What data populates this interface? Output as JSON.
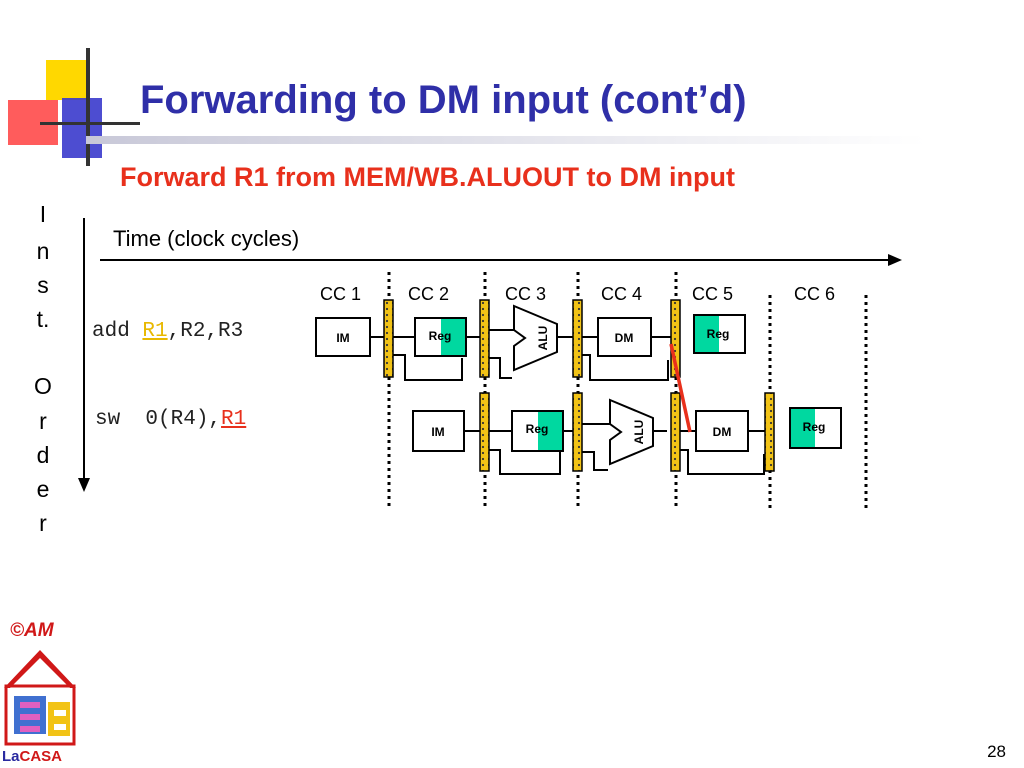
{
  "slide": {
    "title": "Forwarding to DM input (cont’d)",
    "subtitle": "Forward R1 from MEM/WB.ALUOUT to DM input",
    "time_label": "Time (clock cycles)",
    "inst_order_letters": [
      "I",
      "n",
      "s",
      "t.",
      "O",
      "r",
      "d",
      "e",
      "r"
    ],
    "clock_cycles": [
      "CC 1",
      "CC 2",
      "CC 3",
      "CC 4",
      "CC 5",
      "CC 6"
    ],
    "instructions": [
      {
        "op": "add ",
        "highlight": "R1",
        "rest": ",R2,R3"
      },
      {
        "op": "sw  0(R4),",
        "highlight": "R1",
        "rest": ""
      }
    ],
    "stage_labels": {
      "im": "IM",
      "reg": "Reg",
      "alu": "ALU",
      "dm": "DM"
    },
    "page_number": "28",
    "copyright": "©AM",
    "logo_text": {
      "part1": "La",
      "part2": "CASA"
    },
    "colors": {
      "title": "#2f2fa8",
      "subtitle": "#e8301c",
      "highlight_add": "#e8b800",
      "highlight_sw": "#e8301c",
      "latch": "#f2c316",
      "reg_read": "#00d8a0",
      "forward_line": "#e8301c"
    }
  }
}
